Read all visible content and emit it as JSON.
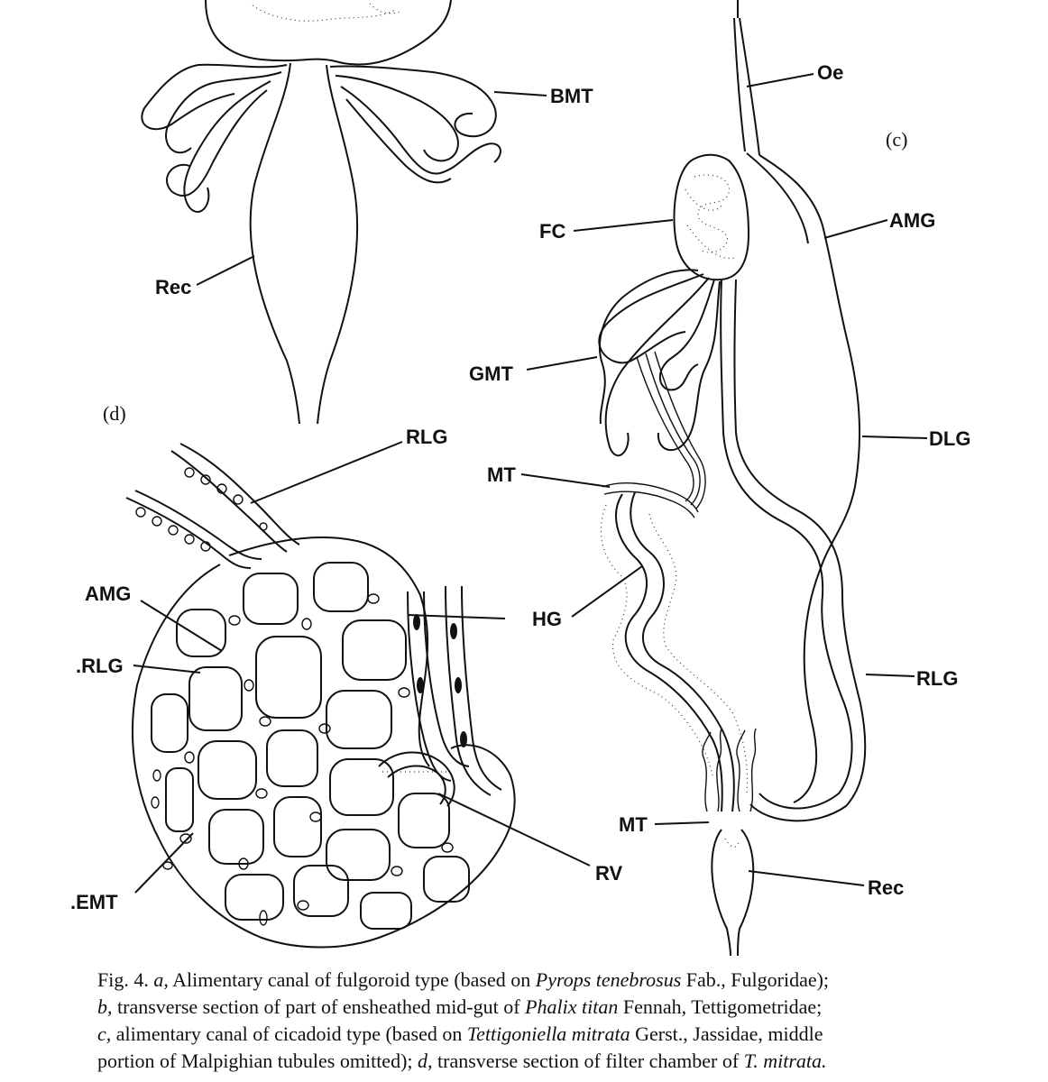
{
  "panel_labels": {
    "c": "(c)",
    "d": "(d)"
  },
  "labels": {
    "bmt": "BMT",
    "rec_b": "Rec",
    "oe": "Oe",
    "fc": "FC",
    "amg_c": "AMG",
    "gmt": "GMT",
    "dlg": "DLG",
    "mt_c_upper": "MT",
    "hg": "HG",
    "rlg_c": "RLG",
    "mt_c_lower": "MT",
    "rec_c": "Rec",
    "rlg_d_top": "RLG",
    "amg_d": "AMG",
    "rlg_d": ".RLG",
    "rv": "RV",
    "emt": ".EMT"
  },
  "caption": {
    "line1_a": "Fig. 4.  ",
    "line1_b": "a,",
    "line1_c": " Alimentary canal of fulgoroid type (based on ",
    "line1_d": "Pyrops tenebrosus",
    "line1_e": " Fab., Fulgoridae);",
    "line2_a": "b,",
    "line2_b": " transverse section of part of ensheathed mid-gut of ",
    "line2_c": "Phalix titan",
    "line2_d": " Fennah, Tettigometridae;",
    "line3_a": "c,",
    "line3_b": " alimentary canal of cicadoid type (based on ",
    "line3_c": "Tettigoniella mitrata",
    "line3_d": " Gerst., Jassidae, middle",
    "line4_a": "portion of Malpighian tubules omitted); ",
    "line4_b": "d,",
    "line4_c": " transverse section of filter chamber of ",
    "line4_d": "T. mitrata."
  }
}
